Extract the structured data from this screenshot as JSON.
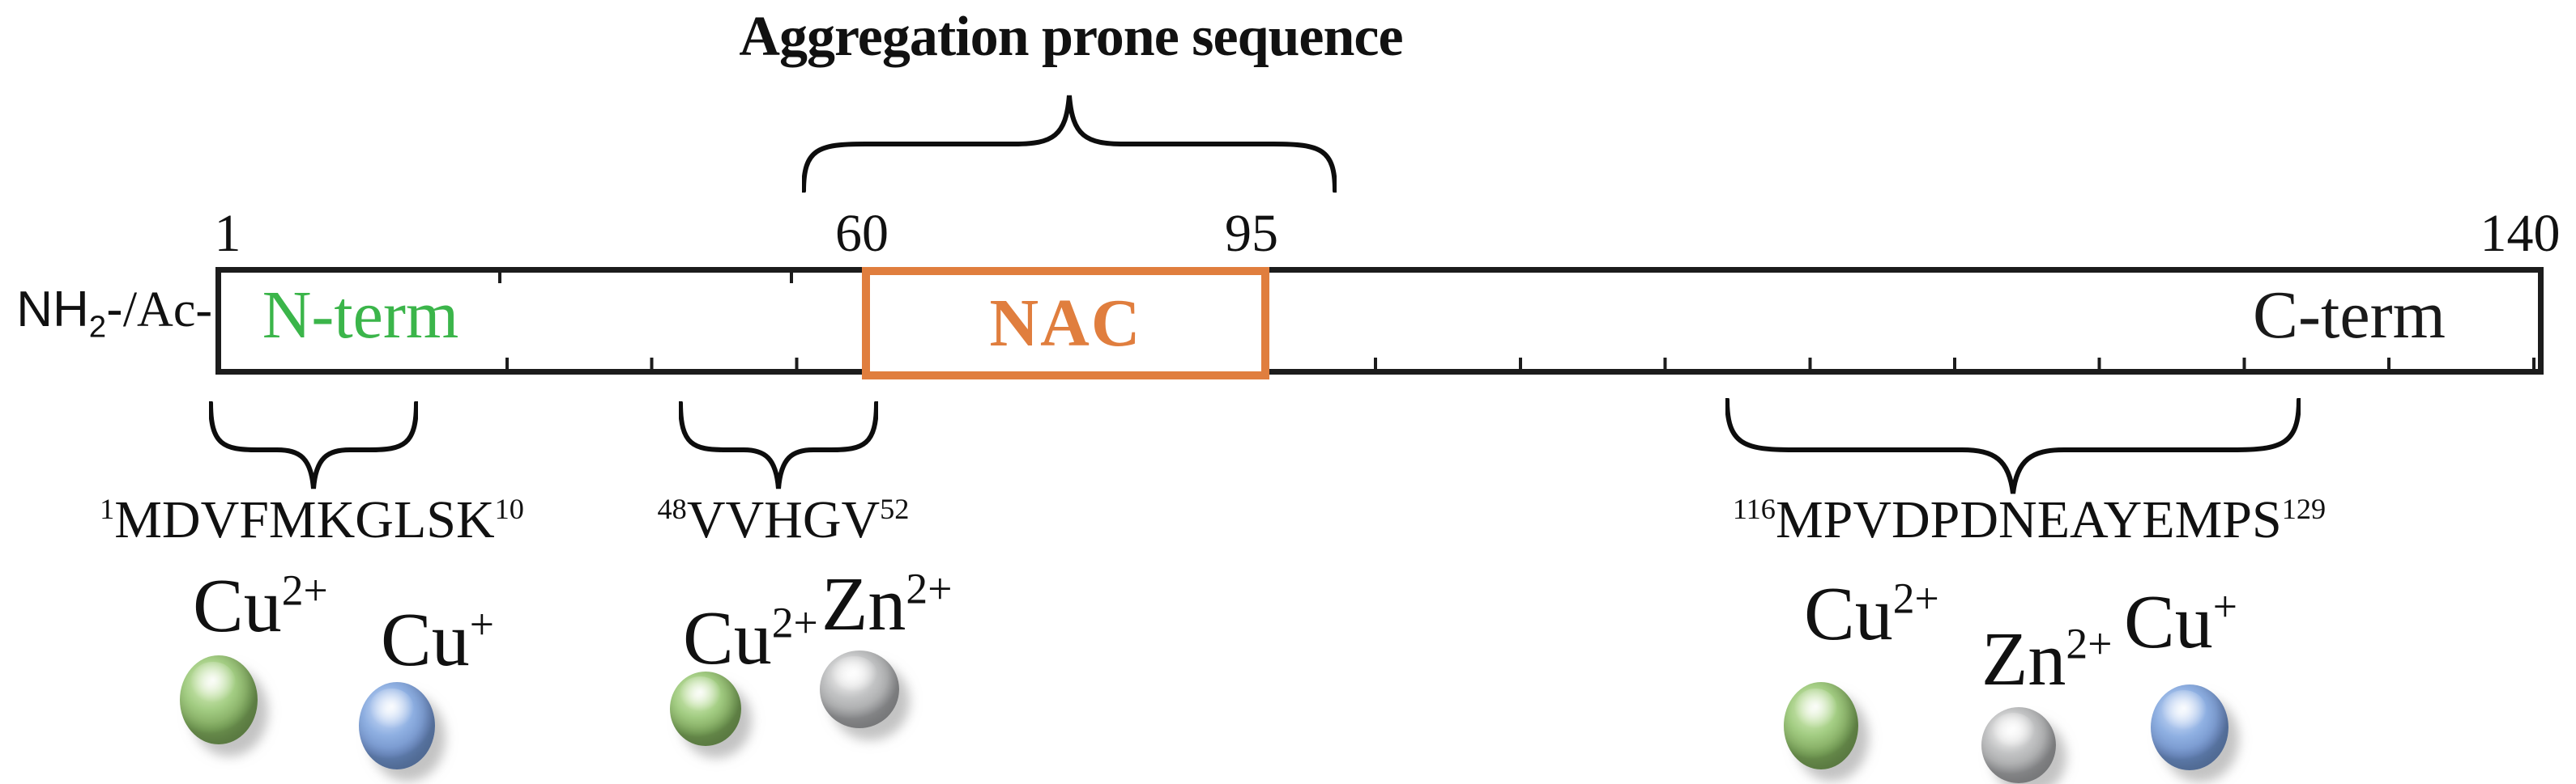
{
  "title": "Aggregation prone sequence",
  "prefix": {
    "sans": "NH",
    "sub": "2",
    "mid": "-",
    "serif": "/Ac-"
  },
  "scale": {
    "start": "1",
    "nac_start": "60",
    "nac_end": "95",
    "end": "140"
  },
  "regions": {
    "n_term": "N-term",
    "nac": "NAC",
    "c_term": "C-term"
  },
  "sequences": [
    {
      "sup_start": "1",
      "main": "MDVFMKGLSK",
      "sup_end": "10"
    },
    {
      "sup_start": "48",
      "main": "VVHGV",
      "sup_end": "52"
    },
    {
      "sup_start": "116",
      "main": "MPVDPDNEAYEMPS",
      "sup_end": "129"
    }
  ],
  "ions": {
    "cu2": {
      "symbol": "Cu",
      "charge": "2+"
    },
    "cu1": {
      "symbol": "Cu",
      "charge": "+"
    },
    "zn2": {
      "symbol": "Zn",
      "charge": "2+"
    }
  },
  "colors": {
    "n_term_text": "#3bb54a",
    "nac_accent": "#e07e3e",
    "cu2_sphere_green": "#a3cd83",
    "cu1_sphere_blue": "#8fb0e2",
    "zn2_sphere_gray": "#c2c3c4",
    "bar_border": "#1c1c1c"
  }
}
